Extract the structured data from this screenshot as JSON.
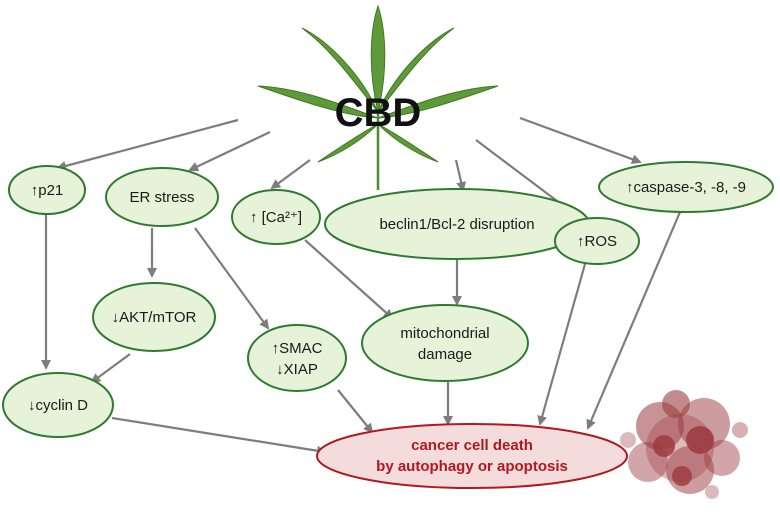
{
  "colors": {
    "node_fill": "#e6f3d9",
    "node_stroke": "#2f7a2f",
    "arrow": "#7d7d7d",
    "death_fill": "#f4dcdc",
    "death_stroke": "#b0191f",
    "leaf": "#5f9a3a",
    "tumor": "#9b3a3f"
  },
  "icons": {
    "leaf": "cannabis-leaf-icon",
    "tumor": "cancer-cell-cluster-icon"
  },
  "center": {
    "label": "CBD"
  },
  "nodes": {
    "p21": "↑p21",
    "er_stress": "ER stress",
    "calcium": "↑ [Ca²⁺]",
    "beclin": "beclin1/Bcl-2 disruption",
    "ros": "↑ROS",
    "caspase": "↑caspase-3, -8, -9",
    "akt": "↓AKT/mTOR",
    "smac_line1": "↑SMAC",
    "smac_line2": "↓XIAP",
    "mito_line1": "mitochondrial",
    "mito_line2": "damage",
    "cyclin": "↓cyclin D"
  },
  "outcome": {
    "line1": "cancer cell death",
    "line2": "by autophagy or apoptosis"
  }
}
